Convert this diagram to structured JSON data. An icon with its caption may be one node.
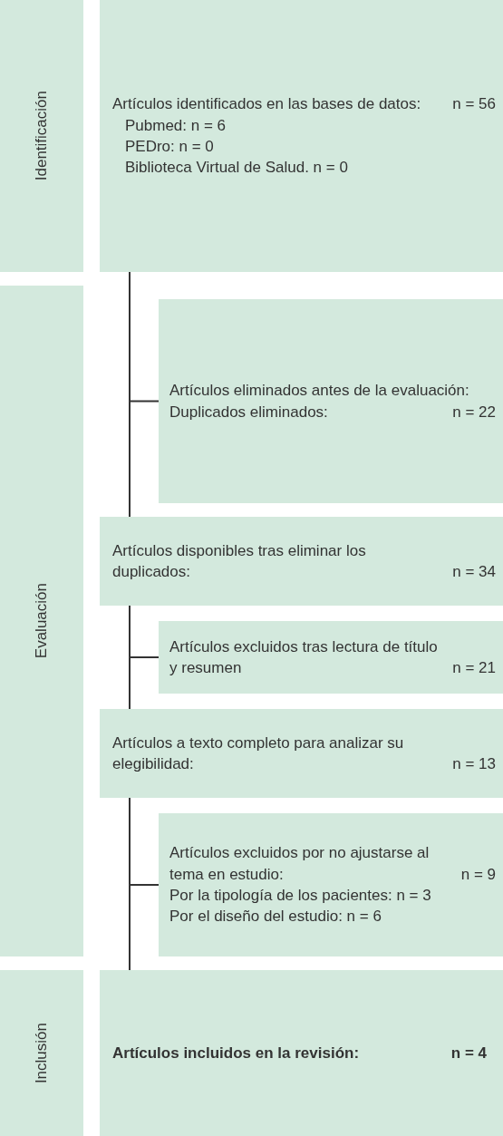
{
  "diagram": {
    "nodes": [
      {
        "text": [
          "Identificación"
        ]
      },
      {
        "text": [
          "Artículos identificados en las bases de datos:",
          "n = 56",
          "Pubmed: n = 6",
          "PEDro: n = 0",
          "Biblioteca Virtual de Salud. n = 0"
        ]
      },
      {
        "text": [
          "Evaluación"
        ]
      },
      {
        "text": [
          "Artículos eliminados antes de la evaluación:",
          "Duplicados eliminados:",
          "n = 22"
        ]
      },
      {
        "text": [
          "Artículos disponibles tras eliminar los duplicados:",
          "n = 34"
        ]
      },
      {
        "text": [
          "Artículos excluidos tras lectura de título y resumen",
          "n = 21"
        ]
      },
      {
        "text": [
          "Artículos a texto completo para analizar su elegibilidad:",
          "n = 13"
        ]
      },
      {
        "text": [
          "Artículos excluidos por no ajustarse al tema en estudio:",
          "n = 9",
          "Por la tipología de los pacientes: n = 3",
          "Por el diseño del estudio: n = 6"
        ]
      },
      {
        "text": [
          "Inclusión"
        ]
      },
      {
        "text": [
          "Artículos incluidos en la revisión:",
          "n = 4"
        ]
      }
    ],
    "edges": [
      {
        "from": 1,
        "to": 3,
        "arrow": "none"
      },
      {
        "from": 1,
        "to": 4,
        "arrow": "none"
      },
      {
        "from": 4,
        "to": 5,
        "arrow": "none"
      },
      {
        "from": 4,
        "to": 6,
        "arrow": "none"
      },
      {
        "from": 6,
        "to": 7,
        "arrow": "none"
      },
      {
        "from": 6,
        "to": 9,
        "arrow": "none"
      }
    ]
  }
}
